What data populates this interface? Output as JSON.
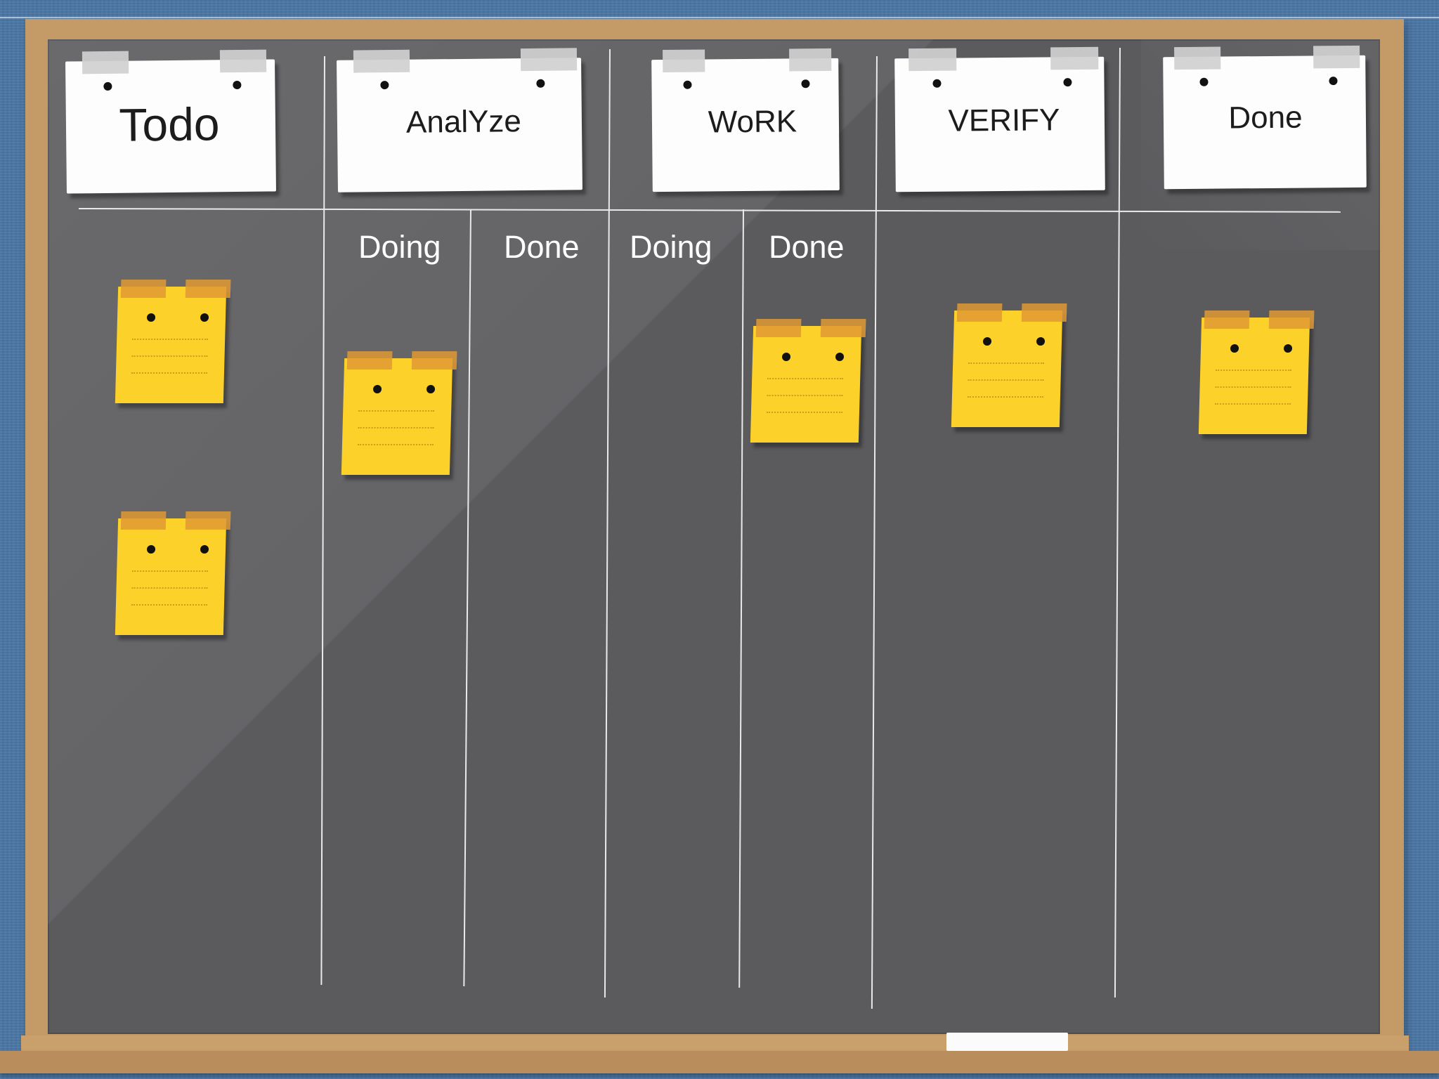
{
  "board": {
    "columns": [
      {
        "title": "Todo"
      },
      {
        "title": "AnalYze"
      },
      {
        "title": "WoRK"
      },
      {
        "title": "VERIFY"
      },
      {
        "title": "Done"
      }
    ],
    "sub_columns": [
      "Doing",
      "Done",
      "Doing",
      "Done"
    ]
  },
  "colors": {
    "board": "#5b5b5e",
    "frame": "#c49a66",
    "wall": "#4a76a4",
    "sticky_note": "#fcd12a",
    "note_tape": "#e09934",
    "header_card": "#fdfdfd"
  },
  "sticky_notes_per_column": {
    "Todo": 2,
    "AnalYze Doing": 1,
    "AnalYze Done": 0,
    "WoRK Doing": 0,
    "WoRK Done": 1,
    "VERIFY": 1,
    "Done": 1
  }
}
